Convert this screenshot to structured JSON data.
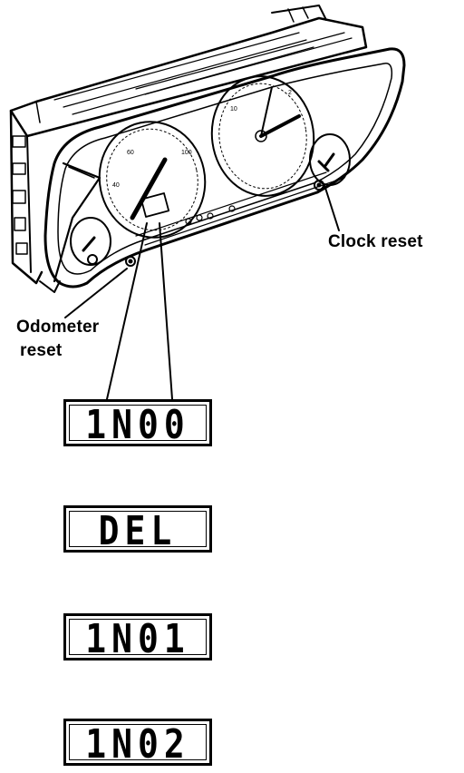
{
  "labels": {
    "clock_reset": "Clock reset",
    "odometer_reset_line1": "Odometer",
    "odometer_reset_line2": "reset"
  },
  "displays": [
    {
      "text": "1N00"
    },
    {
      "text": "DEL"
    },
    {
      "text": "1N01"
    },
    {
      "text": "1N02"
    }
  ],
  "colors": {
    "ink": "#000000",
    "paper": "#ffffff"
  }
}
